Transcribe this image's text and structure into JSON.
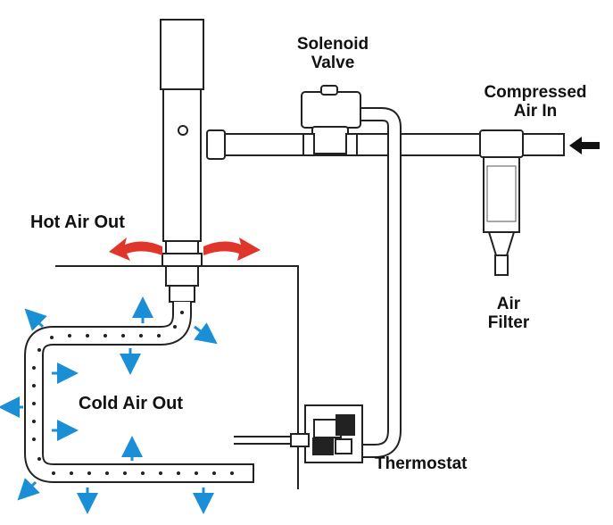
{
  "labels": {
    "solenoid_line1": "Solenoid",
    "solenoid_line2": "Valve",
    "compressed_line1": "Compressed",
    "compressed_line2": "Air In",
    "hot_air": "Hot Air Out",
    "cold_air": "Cold Air Out",
    "filter_line1": "Air",
    "filter_line2": "Filter",
    "thermostat": "Thermostat"
  },
  "colors": {
    "hot_arrow": "#e0352b",
    "cold_arrow": "#1b8fd6",
    "outline": "#222222",
    "pipe_fill": "#ffffff"
  }
}
